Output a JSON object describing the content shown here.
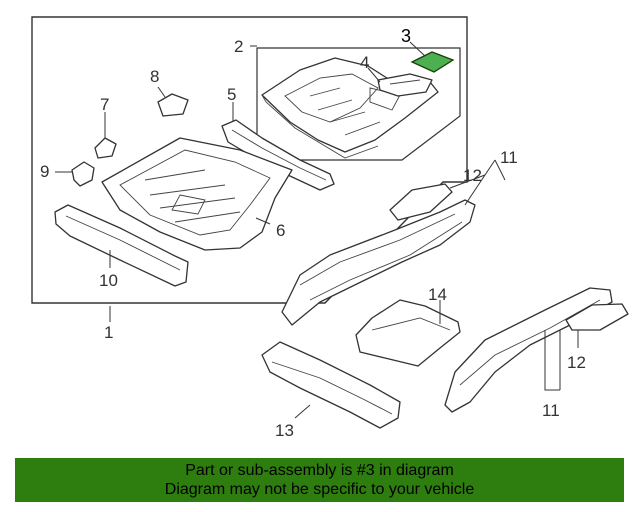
{
  "diagram": {
    "callouts": {
      "c1": "1",
      "c2": "2",
      "c3": "3",
      "c4": "4",
      "c5": "5",
      "c6": "6",
      "c7": "7",
      "c8": "8",
      "c9": "9",
      "c10": "10",
      "c11_top": "11",
      "c11_bottom": "11",
      "c12_top": "12",
      "c12_bottom": "12",
      "c13": "13",
      "c14": "14"
    },
    "highlight_color": "#4caf50"
  },
  "banner": {
    "line1": "Part or sub-assembly is #3 in diagram",
    "line2": "Diagram may not be specific to your vehicle",
    "background": "#2e7d0f"
  }
}
